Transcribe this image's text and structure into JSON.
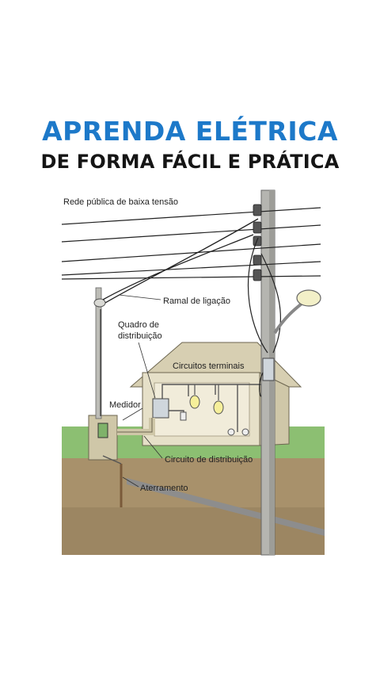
{
  "header": {
    "title": "APRENDA ELÉTRICA",
    "subtitle": "DE FORMA FÁCIL E PRÁTICA"
  },
  "diagram": {
    "labels": {
      "network": "Rede pública de baixa tensão",
      "service_drop": "Ramal de ligação",
      "panel_line1": "Quadro de",
      "panel_line2": "distribuição",
      "terminal_circuits": "Circuitos terminais",
      "meter": "Medidor",
      "distribution_circuit": "Circuito de distribuição",
      "grounding": "Aterramento"
    }
  },
  "colors": {
    "title_blue": "#1d79c9",
    "grass": "#8cbf72",
    "soil": "#a8916b",
    "house": "#e6e0c8",
    "pole": "#b5b5b0"
  }
}
